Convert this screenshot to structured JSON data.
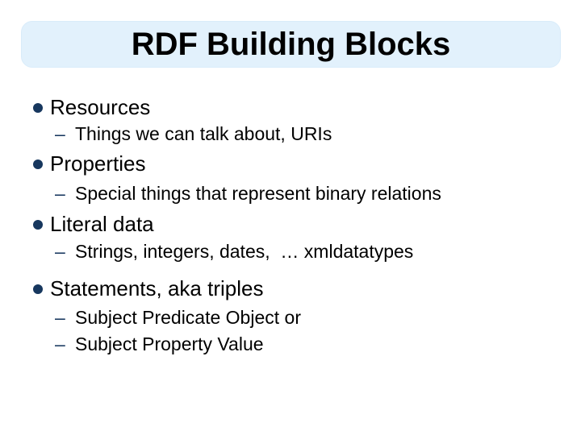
{
  "slide": {
    "title": "RDF Building Blocks",
    "marker": {
      "dash": "–"
    },
    "colors": {
      "accent": "#17375E",
      "title_bg": "#E2F1FC",
      "title_border": "#D9ECFA",
      "text": "#000000",
      "background": "#FFFFFF"
    },
    "bullets": [
      {
        "label": "Resources",
        "subs": [
          "Things we can talk about, URIs"
        ]
      },
      {
        "label": "Properties",
        "subs": [
          "Special things that represent binary relations"
        ]
      },
      {
        "label": "Literal data",
        "subs": [
          "Strings, integers, dates,  … xmldatatypes"
        ]
      },
      {
        "label": "Statements, aka triples",
        "subs": [
          "Subject Predicate Object or",
          "Subject Property Value"
        ]
      }
    ]
  }
}
